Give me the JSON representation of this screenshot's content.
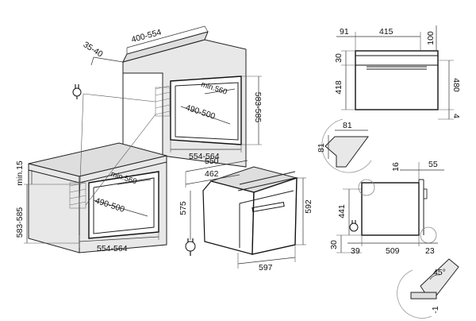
{
  "labels": {
    "d_400_554": "400-554",
    "d_35_40": "35-40",
    "d_583_585_top": "583-585",
    "d_min560_top": "min.560",
    "d_490_500_top": "490-500",
    "d_554_564_top": "554-564",
    "d_min15": "min.15",
    "d_583_585_left": "583-585",
    "d_min560_bot": "min.560",
    "d_490_500_bot": "490-500",
    "d_554_564_bot": "554-564",
    "d_550": "550",
    "d_462": "462",
    "d_575": "575",
    "d_592": "592",
    "d_597": "597",
    "d_91": "91",
    "d_415": "415",
    "d_100": "100",
    "d_30_front": "30",
    "d_418": "418",
    "d_480": "480",
    "d_4": "4",
    "d_81_h": "81",
    "d_81_v": "81",
    "d_16": "16",
    "d_55": "55",
    "d_441": "441",
    "d_30_side": "30",
    "d_39": "39",
    "d_509": "509",
    "d_23": "23",
    "d_45deg": "45°",
    "d_minus1": "-1"
  }
}
